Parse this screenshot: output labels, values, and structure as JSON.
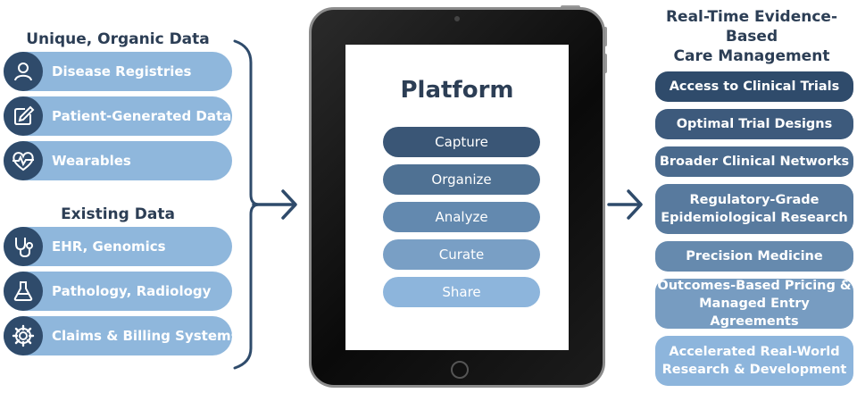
{
  "left": {
    "group1_title": "Unique, Organic Data",
    "group1_items": [
      "Disease Registries",
      "Patient-Generated Data",
      "Wearables"
    ],
    "group2_title": "Existing Data",
    "group2_items": [
      "EHR, Genomics",
      "Pathology, Radiology",
      "Claims & Billing Systems"
    ]
  },
  "platform": {
    "title": "Platform",
    "steps": [
      "Capture",
      "Organize",
      "Analyze",
      "Curate",
      "Share"
    ]
  },
  "right": {
    "title_line1": "Real-Time Evidence-Based",
    "title_line2": "Care Management",
    "items": [
      {
        "line1": "Access to Clinical Trials"
      },
      {
        "line1": "Optimal Trial Designs"
      },
      {
        "line1": "Broader Clinical Networks"
      },
      {
        "line1": "Regulatory-Grade",
        "line2": "Epidemiological Research"
      },
      {
        "line1": "Precision Medicine"
      },
      {
        "line1": "Outcomes-Based Pricing &",
        "line2": "Managed Entry Agreements"
      },
      {
        "line1": "Accelerated Real-World",
        "line2": "Research & Development"
      }
    ]
  },
  "icons": [
    "person-icon",
    "edit-icon",
    "heart-pulse-icon",
    "stethoscope-icon",
    "flask-icon",
    "gear-icon"
  ],
  "colors": {
    "dark_navy": "#2f4b6b",
    "light_blue": "#8fb7dc",
    "title_text": "#2c3e55"
  }
}
